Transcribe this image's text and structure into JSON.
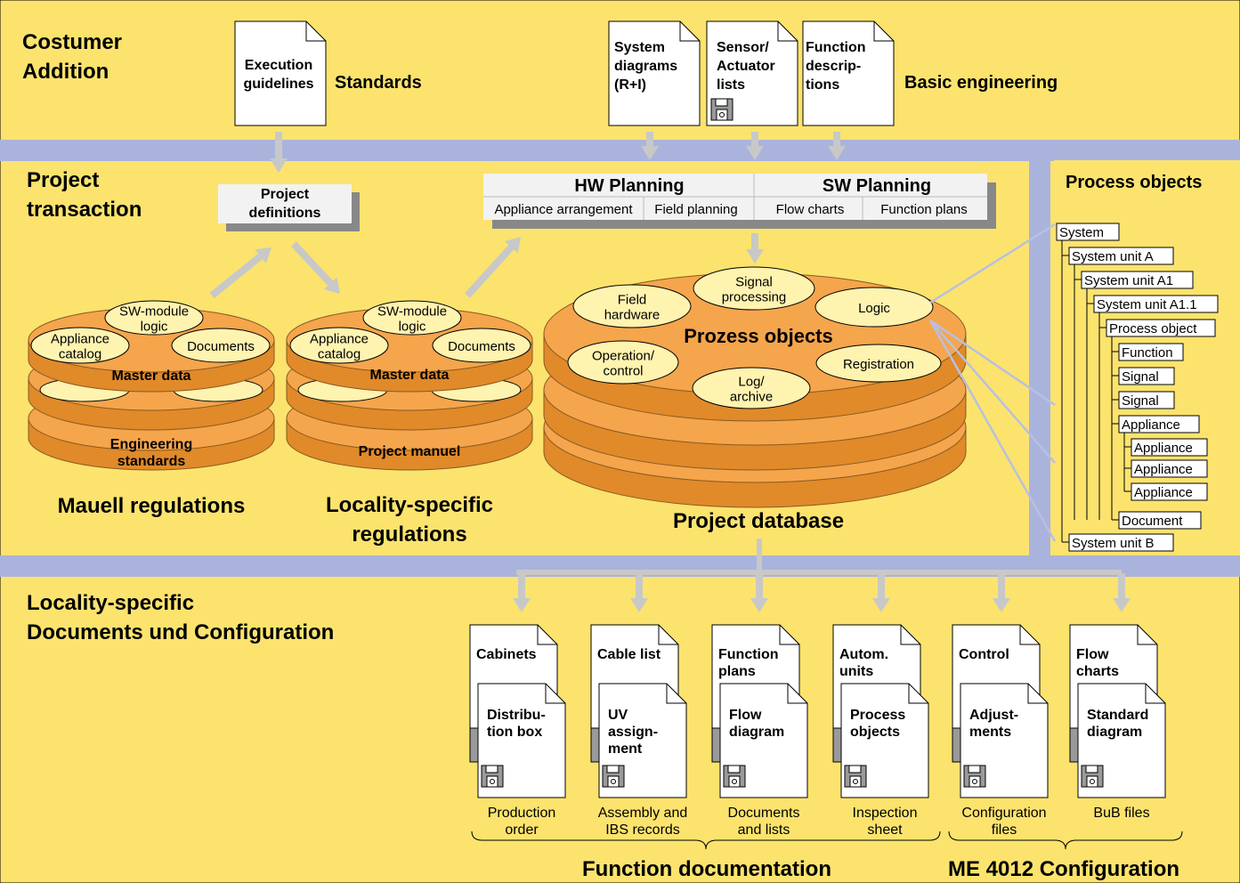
{
  "colors": {
    "background": "#FBE36E",
    "band": "#AAB3DC",
    "disk_fill": "#F5A54C",
    "disk_dark": "#E08A2A",
    "ellipse_fill": "#FFF3B0",
    "arrow": "#C8C8C8",
    "box_fill": "#F2F2F2"
  },
  "sections": {
    "customer_addition": [
      "Costumer",
      "Addition"
    ],
    "project_transaction": [
      "Project",
      "transaction"
    ],
    "locality_docs": [
      "Locality-specific",
      "Documents und Configuration"
    ]
  },
  "top_documents": {
    "execution_guidelines": [
      "Execution",
      "guidelines"
    ],
    "standards": "Standards",
    "system_diagrams": [
      "System",
      "diagrams",
      "(R+I)"
    ],
    "sensor_lists": [
      "Sensor/",
      "Actuator",
      "lists"
    ],
    "function_descriptions": [
      "Function",
      "descrip-",
      "tions"
    ],
    "basic_engineering": "Basic engineering"
  },
  "project_definitions": [
    "Project",
    "definitions"
  ],
  "planning": {
    "hw_title": "HW Planning",
    "sw_title": "SW Planning",
    "hw_items": [
      "Appliance arrangement",
      "Field planning"
    ],
    "sw_items": [
      "Flow charts",
      "Function plans"
    ]
  },
  "mauell_stack": {
    "ellipses": [
      [
        "Appliance",
        "catalog"
      ],
      [
        "SW-module",
        "logic"
      ],
      [
        "Documents"
      ]
    ],
    "master": "Master data",
    "bottom": [
      "Engineering",
      "standards"
    ],
    "caption": "Mauell regulations"
  },
  "locality_stack": {
    "ellipses": [
      [
        "Appliance",
        "catalog"
      ],
      [
        "SW-module",
        "logic"
      ],
      [
        "Documents"
      ]
    ],
    "master": "Master data",
    "bottom": [
      "Project manuel"
    ],
    "caption": [
      "Locality-specific",
      "regulations"
    ]
  },
  "database": {
    "title": "Prozess objects",
    "ellipses": [
      [
        "Field",
        "hardware"
      ],
      [
        "Signal",
        "processing"
      ],
      [
        "Logic"
      ],
      [
        "Operation/",
        "control"
      ],
      [
        "Log/",
        "archive"
      ],
      [
        "Registration"
      ]
    ],
    "caption": "Project database"
  },
  "process_objects": {
    "title": "Process objects",
    "tree": [
      {
        "label": "System",
        "level": 0
      },
      {
        "label": "System unit A",
        "level": 1
      },
      {
        "label": "System unit A1",
        "level": 2
      },
      {
        "label": "System unit A1.1",
        "level": 3
      },
      {
        "label": "Process object",
        "level": 4
      },
      {
        "label": "Function",
        "level": 5
      },
      {
        "label": "Signal",
        "level": 5
      },
      {
        "label": "Signal",
        "level": 5
      },
      {
        "label": "Appliance",
        "level": 5
      },
      {
        "label": "Appliance",
        "level": 6
      },
      {
        "label": "Appliance",
        "level": 6
      },
      {
        "label": "Appliance",
        "level": 6
      },
      {
        "label": "Document",
        "level": 5
      },
      {
        "label": "System unit B",
        "level": 1
      }
    ]
  },
  "output_documents": [
    {
      "back": [
        "Cabinets"
      ],
      "front": [
        "Distribu-",
        "tion box"
      ],
      "caption": [
        "Production",
        "order"
      ]
    },
    {
      "back": [
        "Cable list"
      ],
      "front": [
        "UV",
        "assign-",
        "ment"
      ],
      "caption": [
        "Assembly and",
        "IBS records"
      ]
    },
    {
      "back": [
        "Function",
        "plans"
      ],
      "front": [
        "Flow",
        "diagram"
      ],
      "caption": [
        "Documents",
        "and lists"
      ]
    },
    {
      "back": [
        "Autom.",
        "units"
      ],
      "front": [
        "Process",
        "objects"
      ],
      "caption": [
        "Inspection",
        "sheet"
      ]
    },
    {
      "back": [
        "Control"
      ],
      "front": [
        "Adjust-",
        "ments"
      ],
      "caption": [
        "Configuration",
        "files"
      ]
    },
    {
      "back": [
        "Flow",
        "charts"
      ],
      "front": [
        "Standard",
        "diagram"
      ],
      "caption": [
        "BuB files"
      ]
    }
  ],
  "group_labels": {
    "function_documentation": "Function documentation",
    "me_configuration": "ME 4012 Configuration"
  }
}
